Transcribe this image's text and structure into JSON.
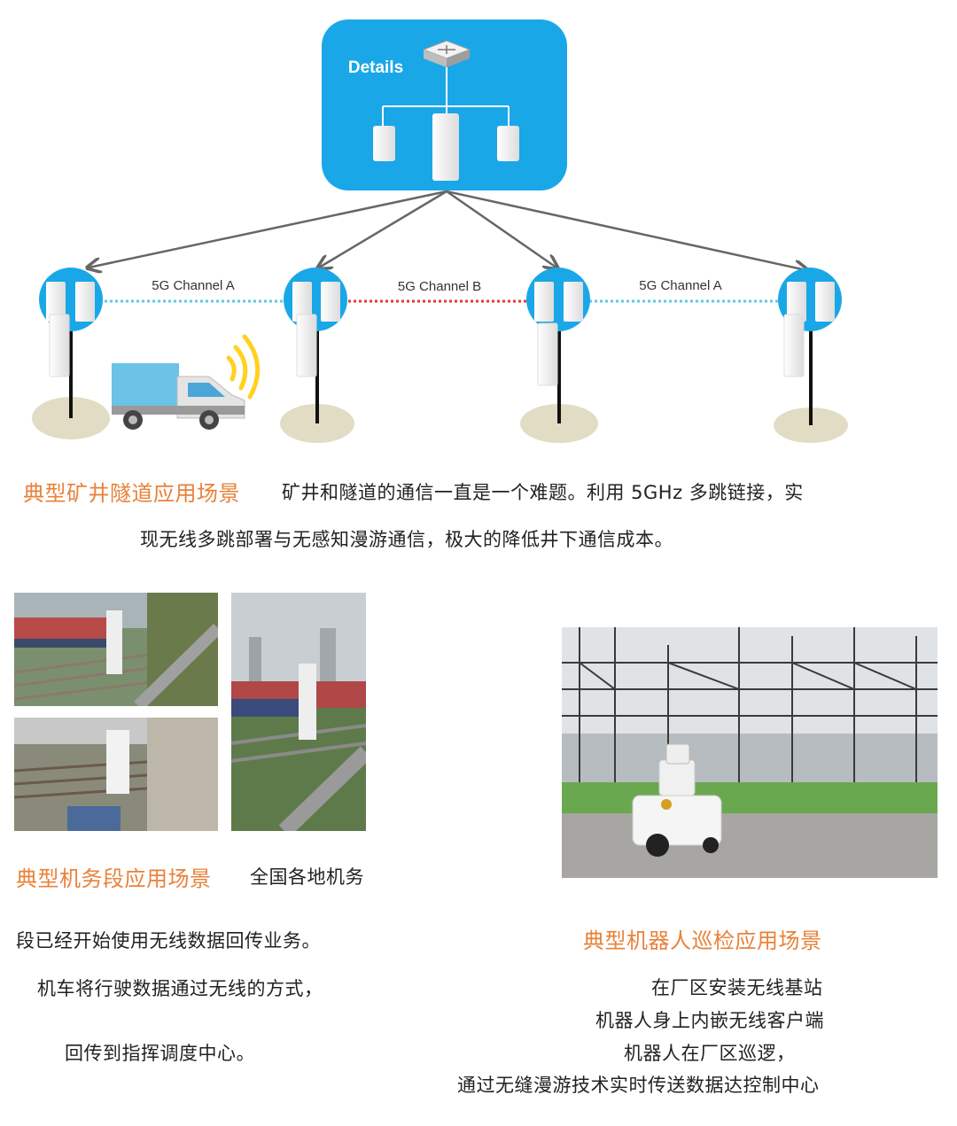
{
  "diagram": {
    "details_label": "Details",
    "channels": [
      {
        "label": "5G Channel A",
        "color": "#5cc9e6"
      },
      {
        "label": "5G Channel B",
        "color": "#e23a2e"
      },
      {
        "label": "5G Channel A",
        "color": "#5cc9e6"
      }
    ],
    "colors": {
      "accent": "#1aa7e8",
      "arrow": "#666666",
      "ground": "#e2dcc4"
    }
  },
  "mine": {
    "heading": "典型矿井隧道应用场景",
    "line1": "矿井和隧道的通信一直是一个难题。利用 5GHz 多跳链接，实",
    "line2": "现无线多跳部署与无感知漫游通信，极大的降低井下通信成本。"
  },
  "depot": {
    "heading": "典型机务段应用场景",
    "inline": "全国各地机务",
    "line1": "段已经开始使用无线数据回传业务。",
    "line2": "机车将行驶数据通过无线的方式，",
    "line3": "回传到指挥调度中心。"
  },
  "robot": {
    "heading": "典型机器人巡检应用场景",
    "line1": "在厂区安装无线基站",
    "line2": "机器人身上内嵌无线客户端",
    "line3": "机器人在厂区巡逻，",
    "line4": "通过无缝漫游技术实时传送数据达控制中心"
  }
}
